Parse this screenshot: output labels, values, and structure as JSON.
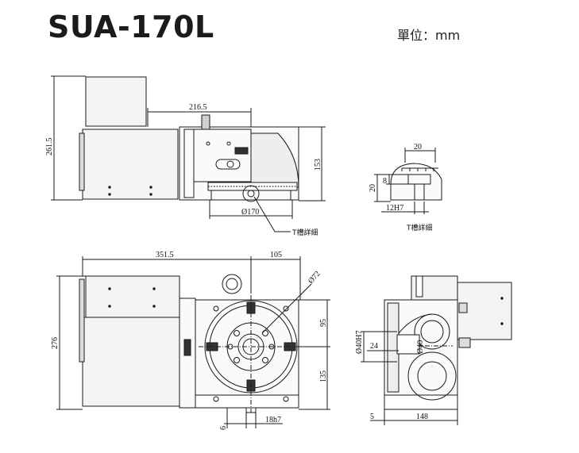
{
  "title": "SUA-170L",
  "unit": "單位：mm",
  "dimensions": {
    "top_width": "216.5",
    "top_height": "261.5",
    "top_right_height": "153",
    "top_circle": "Ø170",
    "detail_width": "20",
    "detail_height": "20",
    "detail_depth": "8",
    "detail_slot": "12H7",
    "front_width": "351.5",
    "front_offset": "105",
    "front_height": "276",
    "front_circle": "Ø72",
    "front_upper": "95",
    "front_lower": "135",
    "front_bottom_a": "6",
    "front_bottom_b": "18h7",
    "side_bore": "Ø40H7",
    "side_inner": "Ø40",
    "side_offset": "24",
    "side_bottom_a": "5",
    "side_bottom_b": "148"
  },
  "notes": {
    "tslot_top": "T槽詳細",
    "tslot_detail": "T槽詳細"
  }
}
